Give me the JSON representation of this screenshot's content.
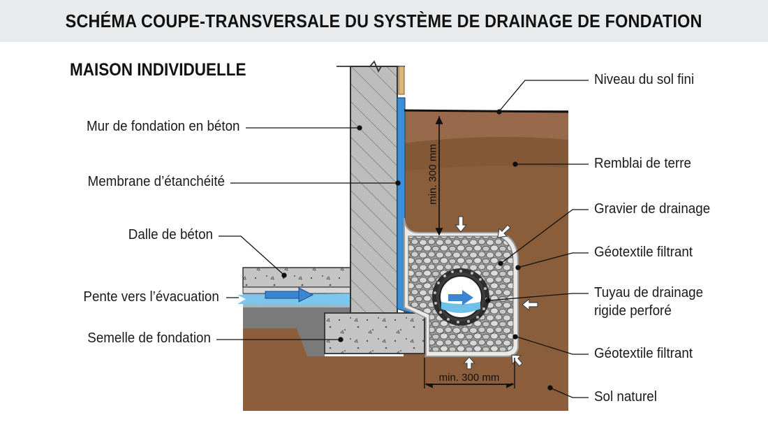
{
  "title": "SCHÉMA COUPE-TRANSVERSALE DU SYSTÈME DE DRAINAGE DE FONDATION",
  "subtitle": "MAISON INDIVIDUELLE",
  "labels_left": {
    "wall": "Mur de fondation en béton",
    "membrane": "Membrane d’étanchéité",
    "slab": "Dalle de béton",
    "slope": "Pente vers l’évacuation",
    "footing": "Semelle de fondation"
  },
  "labels_right": {
    "grade": "Niveau du sol fini",
    "backfill": "Remblai de terre",
    "gravel": "Gravier de drainage",
    "geotextile_top": "Géotextile filtrant",
    "pipe_line1": "Tuyau de drainage",
    "pipe_line2": "rigide perforé",
    "geotextile_bottom": "Géotextile filtrant",
    "native_soil": "Sol naturel"
  },
  "dimensions": {
    "vertical": "min. 300 mm",
    "horizontal": "min. 300 mm"
  },
  "colors": {
    "soil": "#8b5e3c",
    "soil_dark": "#7a5234",
    "concrete": "#b9b9b9",
    "membrane": "#3b8fd6",
    "water": "#6fc0ea",
    "gravel": "#c9c9c9",
    "title_bar": "#e9eaeb"
  }
}
